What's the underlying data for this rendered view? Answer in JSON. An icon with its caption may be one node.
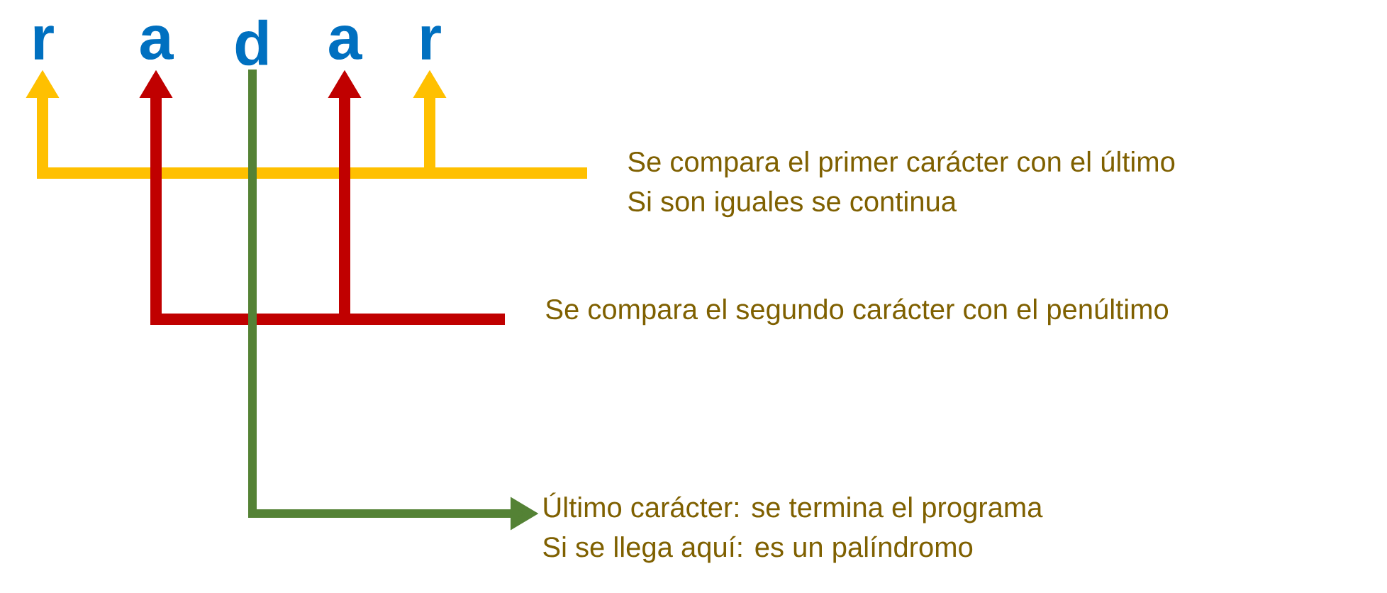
{
  "diagram": {
    "nodes": [
      {
        "text": [
          "r"
        ]
      },
      {
        "text": [
          "a"
        ]
      },
      {
        "text": [
          "d"
        ]
      },
      {
        "text": [
          "a"
        ]
      },
      {
        "text": [
          "r"
        ]
      },
      {
        "text": [
          "Se compara el primer carácter con el último",
          "Si son iguales se continua"
        ]
      },
      {
        "text": [
          "Se compara el segundo carácter con el penúltimo"
        ]
      },
      {
        "text": [
          "Último carácter: se termina el programa",
          "Si se llega aquí: es un palíndromo"
        ]
      }
    ],
    "edges": [
      {
        "from": 5,
        "to": 0,
        "arrow": "to",
        "color": "#ffc000"
      },
      {
        "from": 5,
        "to": 4,
        "arrow": "to",
        "color": "#ffc000"
      },
      {
        "from": 6,
        "to": 1,
        "arrow": "to",
        "color": "#c00000"
      },
      {
        "from": 6,
        "to": 3,
        "arrow": "to",
        "color": "#c00000"
      },
      {
        "from": 2,
        "to": 7,
        "arrow": "to",
        "color": "#548235"
      }
    ]
  }
}
